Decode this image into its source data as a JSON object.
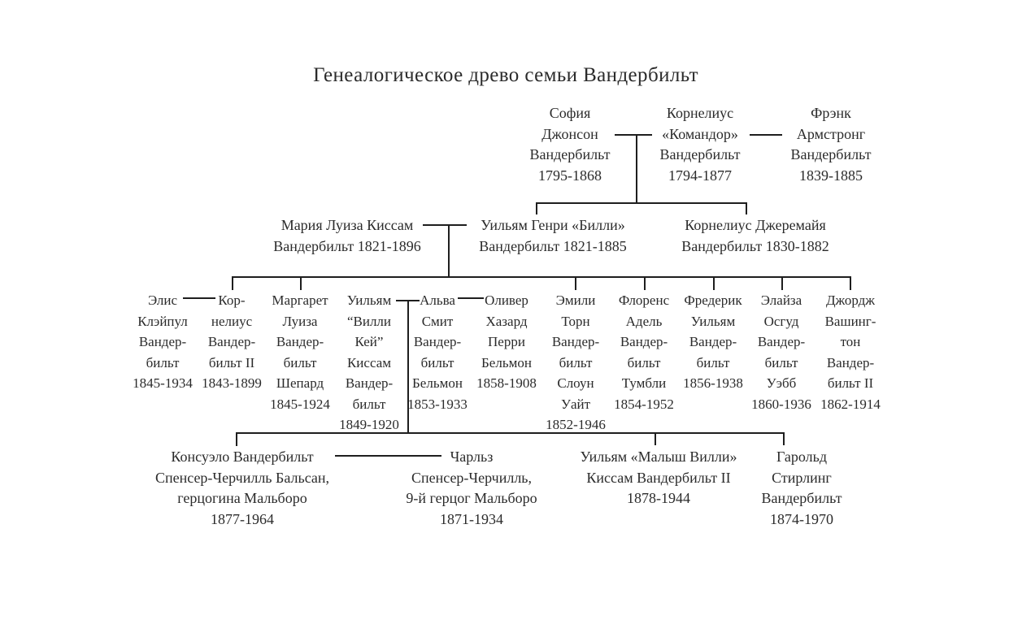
{
  "title": "Генеалогическое древо семьи Вандербильт",
  "diagram_type": "family-tree",
  "colors": {
    "background": "#ffffff",
    "text": "#2b2b2b",
    "line": "#1e1e1e"
  },
  "people": {
    "sofia": {
      "l1": "София",
      "l2": "Джонсон",
      "l3": "Вандербильт",
      "l4": "1795-1868"
    },
    "commodore": {
      "l1": "Корнелиус",
      "l2": "«Командор»",
      "l3": "Вандербильт",
      "l4": "1794-1877"
    },
    "frank": {
      "l1": "Фрэнк",
      "l2": "Армстронг",
      "l3": "Вандербильт",
      "l4": "1839-1885"
    },
    "maria": {
      "l1": "Мария Луиза Киссам",
      "l2": "Вандербильт 1821-1896"
    },
    "william_henry": {
      "l1": "Уильям Генри «Билли»",
      "l2": "Вандербильт 1821-1885"
    },
    "cornelius_jeremiah": {
      "l1": "Корнелиус Джеремайя",
      "l2": "Вандербильт 1830-1882"
    },
    "alice": {
      "l1": "Элис",
      "l2": "Клэйпул",
      "l3": "Вандер-",
      "l4": "бильт",
      "l5": "1845-1934"
    },
    "cornelius2": {
      "l1": "Кор-",
      "l2": "нелиус",
      "l3": "Вандер-",
      "l4": "бильт II",
      "l5": "1843-1899"
    },
    "margaret": {
      "l1": "Маргарет",
      "l2": "Луиза",
      "l3": "Вандер-",
      "l4": "бильт",
      "l5": "Шепард",
      "l6": "1845-1924"
    },
    "william_kissam": {
      "l1": "Уильям",
      "l2": "“Вилли",
      "l3": "Кей”",
      "l4": "Киссам",
      "l5": "Вандер-",
      "l6": "бильт",
      "l7": "1849-1920"
    },
    "alva": {
      "l1": "Альва",
      "l2": "Смит",
      "l3": "Вандер-",
      "l4": "бильт",
      "l5": "Бельмон",
      "l6": "1853-1933"
    },
    "oliver": {
      "l1": "Оливер",
      "l2": "Хазард",
      "l3": "Перри",
      "l4": "Бельмон",
      "l5": "1858-1908"
    },
    "emily": {
      "l1": "Эмили",
      "l2": "Торн",
      "l3": "Вандер-",
      "l4": "бильт",
      "l5": "Слоун",
      "l6": "Уайт",
      "l7": "1852-1946"
    },
    "florence": {
      "l1": "Флоренс",
      "l2": "Адель",
      "l3": "Вандер-",
      "l4": "бильт",
      "l5": "Тумбли",
      "l6": "1854-1952"
    },
    "frederick": {
      "l1": "Фредерик",
      "l2": "Уильям",
      "l3": "Вандер-",
      "l4": "бильт",
      "l5": "1856-1938"
    },
    "eliza": {
      "l1": "Элайза",
      "l2": "Осгуд",
      "l3": "Вандер-",
      "l4": "бильт",
      "l5": "Уэбб",
      "l6": "1860-1936"
    },
    "george": {
      "l1": "Джордж",
      "l2": "Вашинг-",
      "l3": "тон",
      "l4": "Вандер-",
      "l5": "бильт II",
      "l6": "1862-1914"
    },
    "consuelo": {
      "l1": "Консуэло Вандербильт",
      "l2": "Спенсер-Черчилль Бальсан,",
      "l3": "герцогина Мальборо",
      "l4": "1877-1964"
    },
    "charles": {
      "l1": "Чарльз",
      "l2": "Спенсер-Черчилль,",
      "l3": "9-й герцог Мальборо",
      "l4": "1871-1934"
    },
    "william2": {
      "l1": "Уильям «Малыш Вилли»",
      "l2": "Киссам Вандербильт II",
      "l3": "1878-1944"
    },
    "harold": {
      "l1": "Гарольд",
      "l2": "Стирлинг",
      "l3": "Вандербильт",
      "l4": "1874-1970"
    }
  }
}
